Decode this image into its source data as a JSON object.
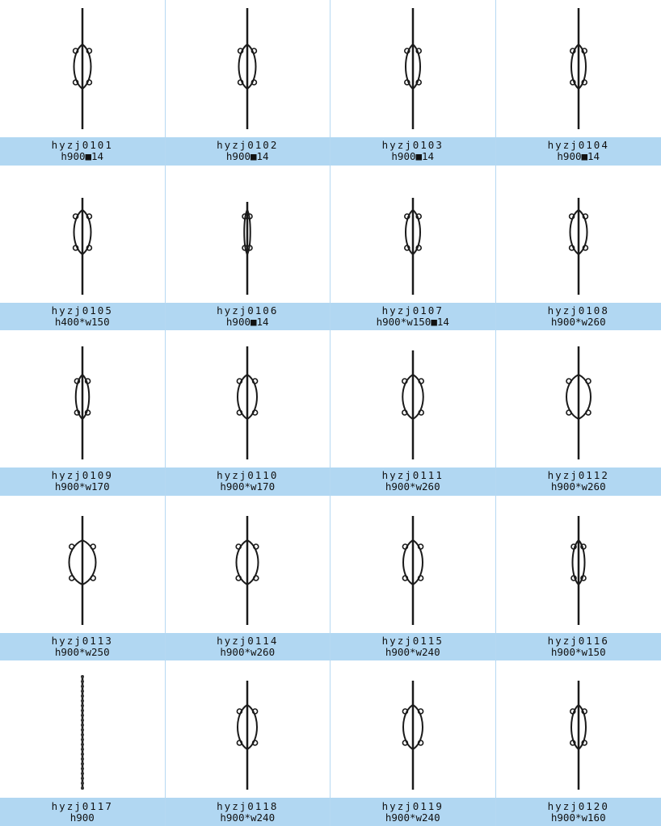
{
  "products": [
    {
      "code": "hyzj0101",
      "size": "h900■14"
    },
    {
      "code": "hyzj0102",
      "size": "h900■14"
    },
    {
      "code": "hyzj0103",
      "size": "h900■14"
    },
    {
      "code": "hyzj0104",
      "size": "h900■14"
    },
    {
      "code": "hyzj0105",
      "size": "h400*w150"
    },
    {
      "code": "hyzj0106",
      "size": "h900■14"
    },
    {
      "code": "hyzj0107",
      "size": "h900*w150■14"
    },
    {
      "code": "hyzj0108",
      "size": "h900*w260"
    },
    {
      "code": "hyzj0109",
      "size": "h900*w170"
    },
    {
      "code": "hyzj0110",
      "size": "h900*w170"
    },
    {
      "code": "hyzj0111",
      "size": "h900*w260"
    },
    {
      "code": "hyzj0112",
      "size": "h900*w260"
    },
    {
      "code": "hyzj0113",
      "size": "h900*w250"
    },
    {
      "code": "hyzj0114",
      "size": "h900*w260"
    },
    {
      "code": "hyzj0115",
      "size": "h900*w240"
    },
    {
      "code": "hyzj0116",
      "size": "h900*w150"
    },
    {
      "code": "hyzj0117",
      "size": "h900"
    },
    {
      "code": "hyzj0118",
      "size": "h900*w240"
    },
    {
      "code": "hyzj0119",
      "size": "h900*w240"
    },
    {
      "code": "hyzj0120",
      "size": "h900*w160"
    }
  ],
  "colors": {
    "band": "#b1d7f2",
    "divider": "#b6d9f2",
    "iron": "#1a1a1a"
  }
}
